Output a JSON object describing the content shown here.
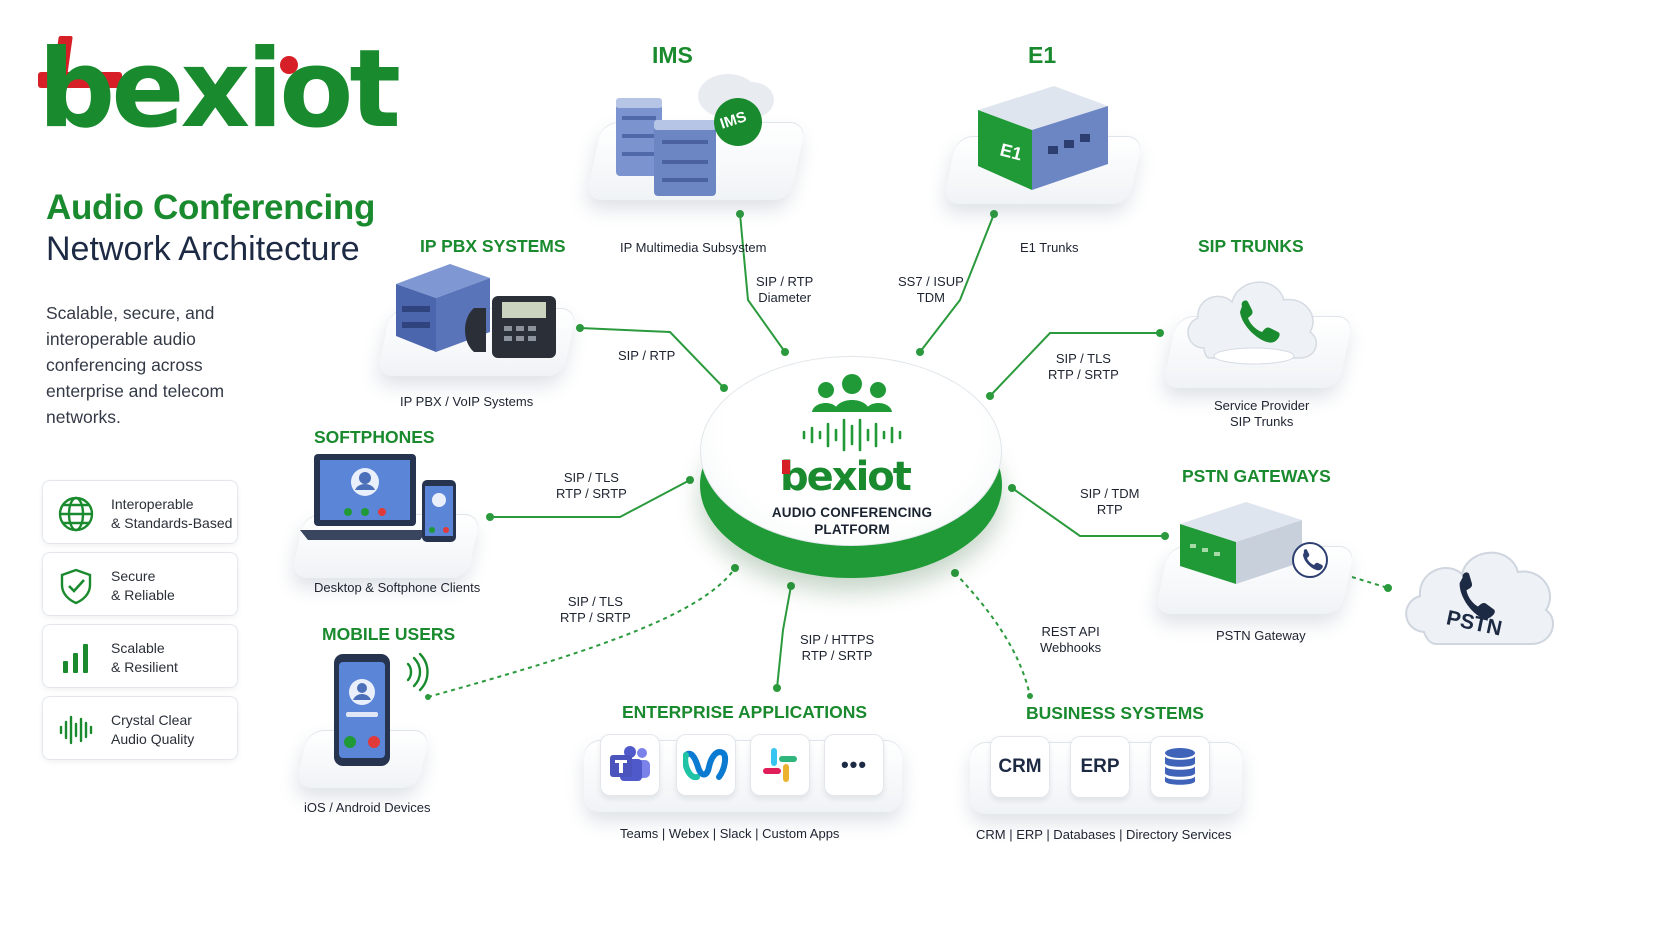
{
  "brand": {
    "logo": "bexiot"
  },
  "heading": {
    "line1": "Audio Conferencing",
    "line2": "Network Architecture",
    "description": "Scalable, secure, and interoperable audio conferencing across enterprise and telecom networks."
  },
  "features": [
    {
      "line1": "Interoperable",
      "line2": "& Standards-Based",
      "icon": "globe-icon"
    },
    {
      "line1": "Secure",
      "line2": "& Reliable",
      "icon": "shield-check-icon"
    },
    {
      "line1": "Scalable",
      "line2": "& Resilient",
      "icon": "bar-chart-icon"
    },
    {
      "line1": "Crystal Clear",
      "line2": "Audio Quality",
      "icon": "waveform-icon"
    }
  ],
  "hub": {
    "logo": "bexiot",
    "line1": "AUDIO CONFERENCING",
    "line2": "PLATFORM"
  },
  "nodes": {
    "ims": {
      "title": "IMS",
      "badge": "IMS",
      "caption": "IP Multimedia Subsystem",
      "proto1": "SIP / RTP",
      "proto2": "Diameter"
    },
    "e1": {
      "title": "E1",
      "badge": "E1",
      "caption": "E1 Trunks",
      "proto1": "SS7 / ISUP",
      "proto2": "TDM"
    },
    "ippbx": {
      "title": "IP PBX SYSTEMS",
      "caption": "IP PBX / VoIP Systems",
      "proto1": "SIP / RTP"
    },
    "siptrunks": {
      "title": "SIP TRUNKS",
      "caption1": "Service Provider",
      "caption2": "SIP Trunks",
      "proto1": "SIP / TLS",
      "proto2": "RTP / SRTP"
    },
    "softphones": {
      "title": "SOFTPHONES",
      "caption": "Desktop & Softphone Clients",
      "proto1": "SIP / TLS",
      "proto2": "RTP / SRTP"
    },
    "pstngw": {
      "title": "PSTN GATEWAYS",
      "caption": "PSTN Gateway",
      "proto1": "SIP / TDM",
      "proto2": "RTP"
    },
    "pstn": {
      "label": "PSTN"
    },
    "mobile": {
      "title": "MOBILE USERS",
      "caption": "iOS / Android Devices",
      "proto1": "SIP / TLS",
      "proto2": "RTP / SRTP"
    },
    "enterprise": {
      "title": "ENTERPRISE APPLICATIONS",
      "caption": "Teams  |  Webex  |  Slack  |  Custom Apps",
      "proto1": "SIP / HTTPS",
      "proto2": "RTP / SRTP",
      "more": "•••"
    },
    "business": {
      "title": "BUSINESS SYSTEMS",
      "caption": "CRM  |  ERP  |  Databases  |  Directory Services",
      "proto1": "REST API",
      "proto2": "Webhooks",
      "crm": "CRM",
      "erp": "ERP"
    }
  },
  "colors": {
    "brand_green": "#1a8a2e",
    "brand_red": "#d61f26",
    "navy": "#1d2a44",
    "server_blue": "#6c86c4"
  }
}
